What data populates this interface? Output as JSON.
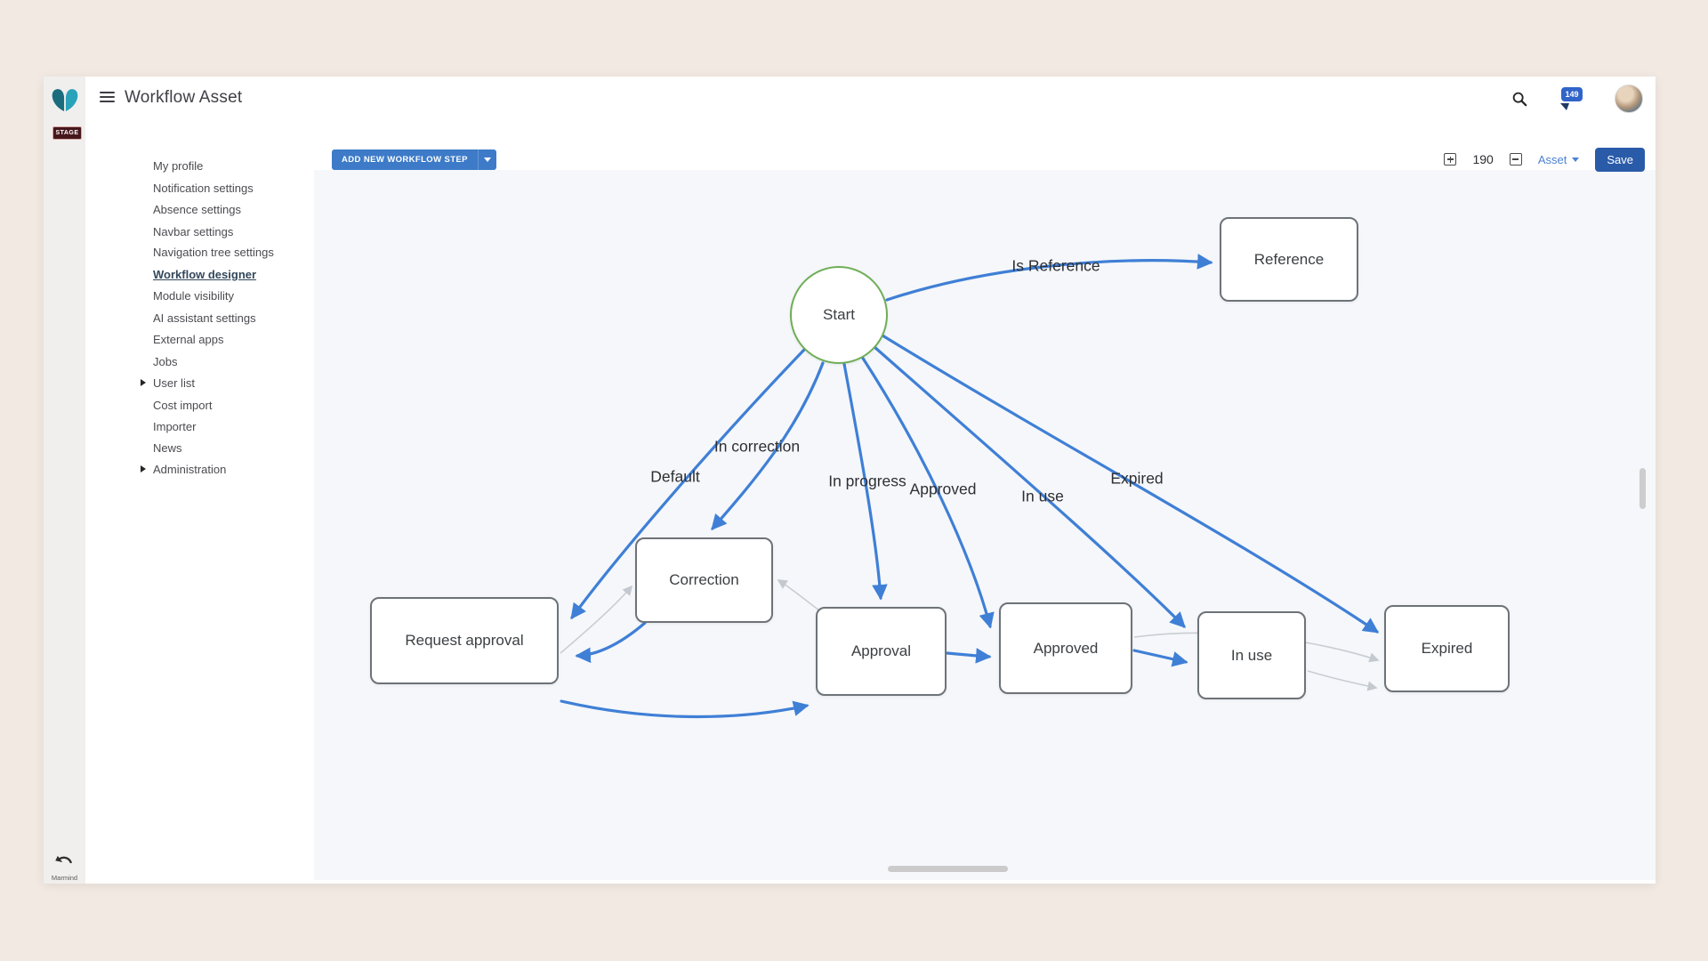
{
  "header": {
    "title": "Workflow Asset",
    "notification_count": "149"
  },
  "rail": {
    "stage_label": "STAGE",
    "brand_label": "Marmind"
  },
  "sidebar": {
    "items": [
      {
        "label": "My profile",
        "active": false,
        "expandable": false
      },
      {
        "label": "Notification settings",
        "active": false,
        "expandable": false
      },
      {
        "label": "Absence settings",
        "active": false,
        "expandable": false
      },
      {
        "label": "Navbar settings",
        "active": false,
        "expandable": false
      },
      {
        "label": "Navigation tree settings",
        "active": false,
        "expandable": false
      },
      {
        "label": "Workflow designer",
        "active": true,
        "expandable": false
      },
      {
        "label": "Module visibility",
        "active": false,
        "expandable": false
      },
      {
        "label": "AI assistant settings",
        "active": false,
        "expandable": false
      },
      {
        "label": "External apps",
        "active": false,
        "expandable": false
      },
      {
        "label": "Jobs",
        "active": false,
        "expandable": false
      },
      {
        "label": "User list",
        "active": false,
        "expandable": true
      },
      {
        "label": "Cost import",
        "active": false,
        "expandable": false
      },
      {
        "label": "Importer",
        "active": false,
        "expandable": false
      },
      {
        "label": "News",
        "active": false,
        "expandable": false
      },
      {
        "label": "Administration",
        "active": false,
        "expandable": true
      }
    ]
  },
  "toolbar": {
    "add_step_label": "ADD NEW WORKFLOW STEP",
    "zoom_level": "190",
    "entity_selector_label": "Asset",
    "save_label": "Save"
  },
  "diagram": {
    "nodes": {
      "start": {
        "label": "Start",
        "shape": "circle"
      },
      "reference": {
        "label": "Reference",
        "shape": "rect"
      },
      "correction": {
        "label": "Correction",
        "shape": "rect"
      },
      "request_approval": {
        "label": "Request approval",
        "shape": "rect"
      },
      "approval": {
        "label": "Approval",
        "shape": "rect"
      },
      "approved": {
        "label": "Approved",
        "shape": "rect"
      },
      "in_use": {
        "label": "In use",
        "shape": "rect"
      },
      "expired": {
        "label": "Expired",
        "shape": "rect"
      }
    },
    "edge_labels": {
      "is_reference": "Is Reference",
      "default": "Default",
      "in_correction": "In correction",
      "in_progress": "In progress",
      "approved": "Approved",
      "in_use": "In use",
      "expired": "Expired"
    },
    "edges": [
      {
        "from": "start",
        "to": "reference",
        "label": "Is Reference",
        "style": "blue"
      },
      {
        "from": "start",
        "to": "request_approval",
        "label": "Default",
        "style": "blue"
      },
      {
        "from": "start",
        "to": "correction",
        "label": "In correction",
        "style": "blue"
      },
      {
        "from": "start",
        "to": "approval",
        "label": "In progress",
        "style": "blue"
      },
      {
        "from": "start",
        "to": "approved",
        "label": "Approved",
        "style": "blue"
      },
      {
        "from": "start",
        "to": "in_use",
        "label": "In use",
        "style": "blue"
      },
      {
        "from": "start",
        "to": "expired",
        "label": "Expired",
        "style": "blue"
      },
      {
        "from": "correction",
        "to": "request_approval",
        "label": "",
        "style": "blue"
      },
      {
        "from": "request_approval",
        "to": "approval",
        "label": "",
        "style": "blue"
      },
      {
        "from": "approval",
        "to": "approved",
        "label": "",
        "style": "blue"
      },
      {
        "from": "approved",
        "to": "in_use",
        "label": "",
        "style": "blue"
      },
      {
        "from": "request_approval",
        "to": "correction",
        "label": "",
        "style": "gray"
      },
      {
        "from": "approval",
        "to": "correction",
        "label": "",
        "style": "gray"
      },
      {
        "from": "approved",
        "to": "expired",
        "label": "",
        "style": "gray"
      },
      {
        "from": "in_use",
        "to": "expired",
        "label": "",
        "style": "gray"
      }
    ]
  },
  "colors": {
    "edge_blue": "#3f7fd6",
    "edge_gray": "#c4c9cf",
    "start_green": "#6fae57",
    "button_blue": "#3d7bc8",
    "save_blue": "#2a5ba9",
    "stage_maroon": "#46161b",
    "brand_teal_dark": "#1b6d7e",
    "brand_teal_light": "#2aa3ba",
    "canvas_bg": "#f5f7fa",
    "page_bg": "#f2e9e2"
  }
}
